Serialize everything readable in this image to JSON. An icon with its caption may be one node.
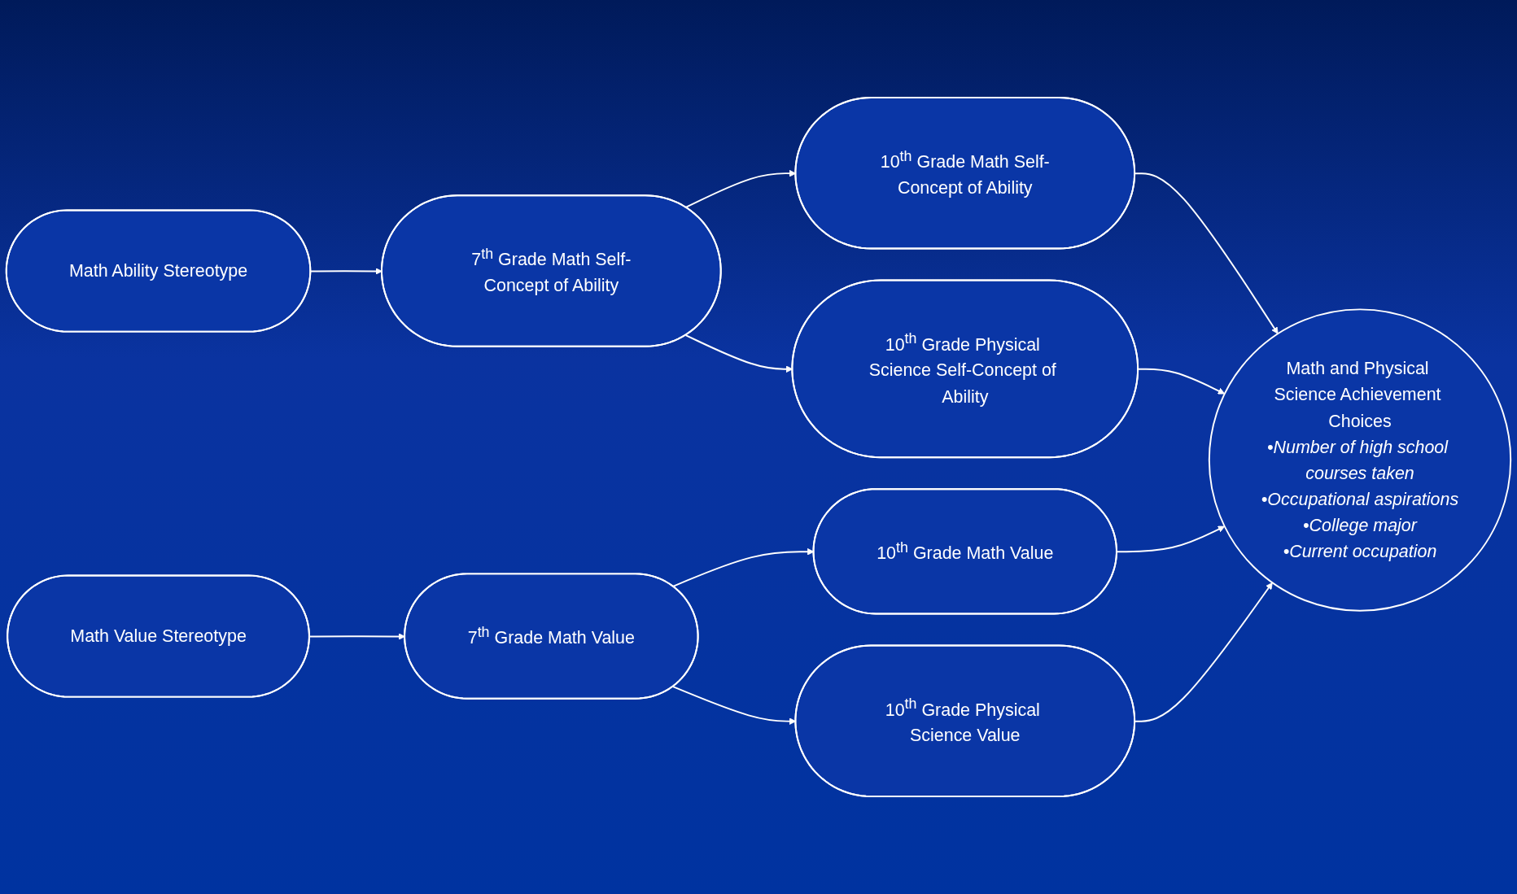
{
  "diagram": {
    "nodes": [
      {
        "text": [
          "Math Ability Stereotype"
        ]
      },
      {
        "text": [
          "7$^{th}$ Grade Math Self-Concept of Ability"
        ]
      },
      {
        "text": [
          "10$^{th}$ Grade Math Self-Concept of Ability"
        ]
      },
      {
        "text": [
          "10$^{th}$ Grade Physical Science Self-Concept of Ability"
        ]
      },
      {
        "text": [
          "Math and Physical Science Achievement Choices",
          "•Number of high school courses taken",
          "•Occupational aspirations",
          "•College major",
          "•Current occupation"
        ]
      },
      {
        "text": [
          "Math Value Stereotype"
        ]
      },
      {
        "text": [
          "7$^{th}$ Grade Math Value"
        ]
      },
      {
        "text": [
          "10$^{th}$ Grade Math Value"
        ]
      },
      {
        "text": [
          "10$^{th}$ Grade Physical Science Value"
        ]
      }
    ],
    "edges": [
      {
        "from": 0,
        "to": 1,
        "arrow": "to"
      },
      {
        "from": 1,
        "to": 2,
        "arrow": "to"
      },
      {
        "from": 1,
        "to": 3,
        "arrow": "to"
      },
      {
        "from": 2,
        "to": 4,
        "arrow": "to"
      },
      {
        "from": 3,
        "to": 4,
        "arrow": "to"
      },
      {
        "from": 5,
        "to": 6,
        "arrow": "to"
      },
      {
        "from": 6,
        "to": 7,
        "arrow": "to"
      },
      {
        "from": 6,
        "to": 8,
        "arrow": "to"
      },
      {
        "from": 7,
        "to": 4,
        "arrow": "to"
      },
      {
        "from": 8,
        "to": 4,
        "arrow": "to"
      }
    ]
  }
}
